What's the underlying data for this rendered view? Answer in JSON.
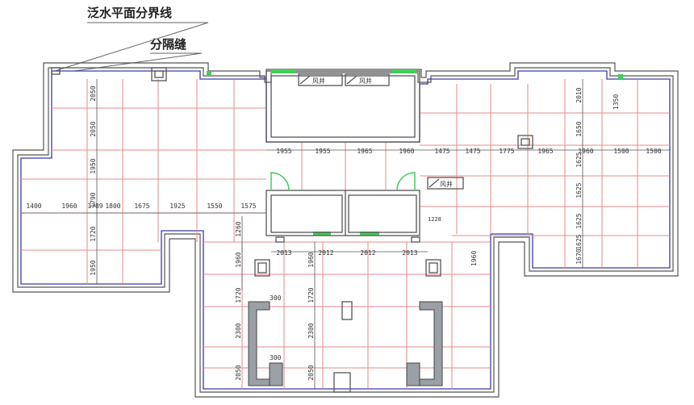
{
  "labels": {
    "flash_boundary": "泛水平面分界线",
    "separation_joint": "分隔缝"
  },
  "room_labels": {
    "well1": "风井",
    "well2": "风井",
    "well3": "风井"
  },
  "dims": {
    "top_row": [
      "1955",
      "1955",
      "1965",
      "1960",
      "1475",
      "1475",
      "1775",
      "1965",
      "1960",
      "1500",
      "1500"
    ],
    "mid_row": [
      "1400",
      "1960",
      "1789",
      "1800",
      "1675",
      "1925",
      "1550",
      "1575"
    ],
    "bottom_row": [
      "2013",
      "2012",
      "2012",
      "2013"
    ],
    "left_col": [
      "2050",
      "2050",
      "1950",
      "1790",
      "1720",
      "1950"
    ],
    "right_col": [
      "2010",
      "1650",
      "1625",
      "1625",
      "1625",
      "1625",
      "1670"
    ],
    "center_col": [
      "1960",
      "1720",
      "2300",
      "2050"
    ],
    "left_lower_col": [
      "1260",
      "1960",
      "1720",
      "2300",
      "2050"
    ],
    "misc": {
      "small1": "300",
      "small2": "300",
      "right_mid": "1960",
      "small_right": "1350",
      "right_small": "1228"
    }
  },
  "colors": {
    "grid": "#e88a8a",
    "outline": "#3a3aa8",
    "wall": "#555555",
    "dim": "#555555",
    "green": "#3fcf5a"
  }
}
